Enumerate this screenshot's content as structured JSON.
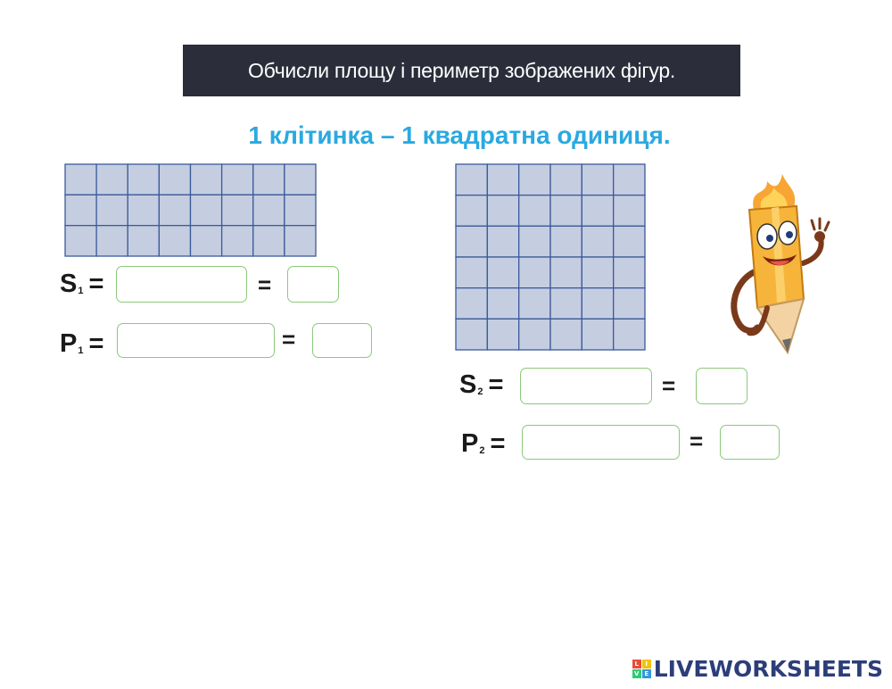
{
  "header": {
    "instruction": "Обчисли площу і периметр зображених фігур.",
    "unit_note": "1 клітинка – 1 квадратна одиниця."
  },
  "figure1": {
    "grid_cols": 8,
    "grid_rows": 3,
    "area_label": "S",
    "area_sub": "1",
    "perimeter_label": "P",
    "perimeter_sub": "1",
    "equals": "=",
    "area_expression_value": "",
    "area_result_value": "",
    "perimeter_expression_value": "",
    "perimeter_result_value": ""
  },
  "figure2": {
    "grid_cols": 6,
    "grid_rows": 6,
    "area_label": "S",
    "area_sub": "2",
    "perimeter_label": "P",
    "perimeter_sub": "2",
    "equals": "=",
    "area_expression_value": "",
    "area_result_value": "",
    "perimeter_expression_value": "",
    "perimeter_result_value": ""
  },
  "footer": {
    "brand": "LIVEWORKSHEETS",
    "logo_letters": [
      "L",
      "I",
      "V",
      "E"
    ]
  },
  "colors": {
    "banner_bg": "#2b2d3a",
    "subtitle": "#2aa9e0",
    "grid_fill": "#c5cde0",
    "grid_line": "#3b5b9a",
    "input_border": "#8cc97a",
    "brand": "#2c3e7a"
  },
  "icons": {
    "mascot": "pencil-mascot-icon"
  }
}
